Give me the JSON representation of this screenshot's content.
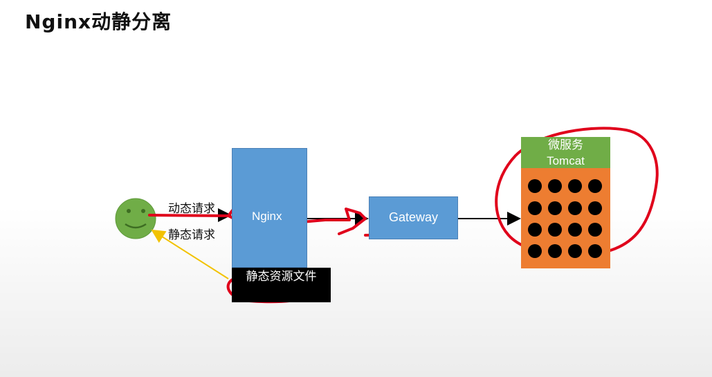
{
  "title": "Nginx动静分离",
  "labels": {
    "dynamic_request": "动态请求",
    "static_request": "静态请求",
    "nginx": "Nginx",
    "static_files": "静态资源文件",
    "gateway": "Gateway",
    "microservice": "微服务",
    "tomcat": "Tomcat"
  },
  "colors": {
    "node_blue": "#5b9bd5",
    "service_green": "#70ad47",
    "service_orange": "#ed7d31",
    "user_green": "#70ad47",
    "return_arrow": "#f2c200",
    "annotation_red": "#e0001b"
  },
  "icons": {
    "user": "smiley-face-icon"
  }
}
